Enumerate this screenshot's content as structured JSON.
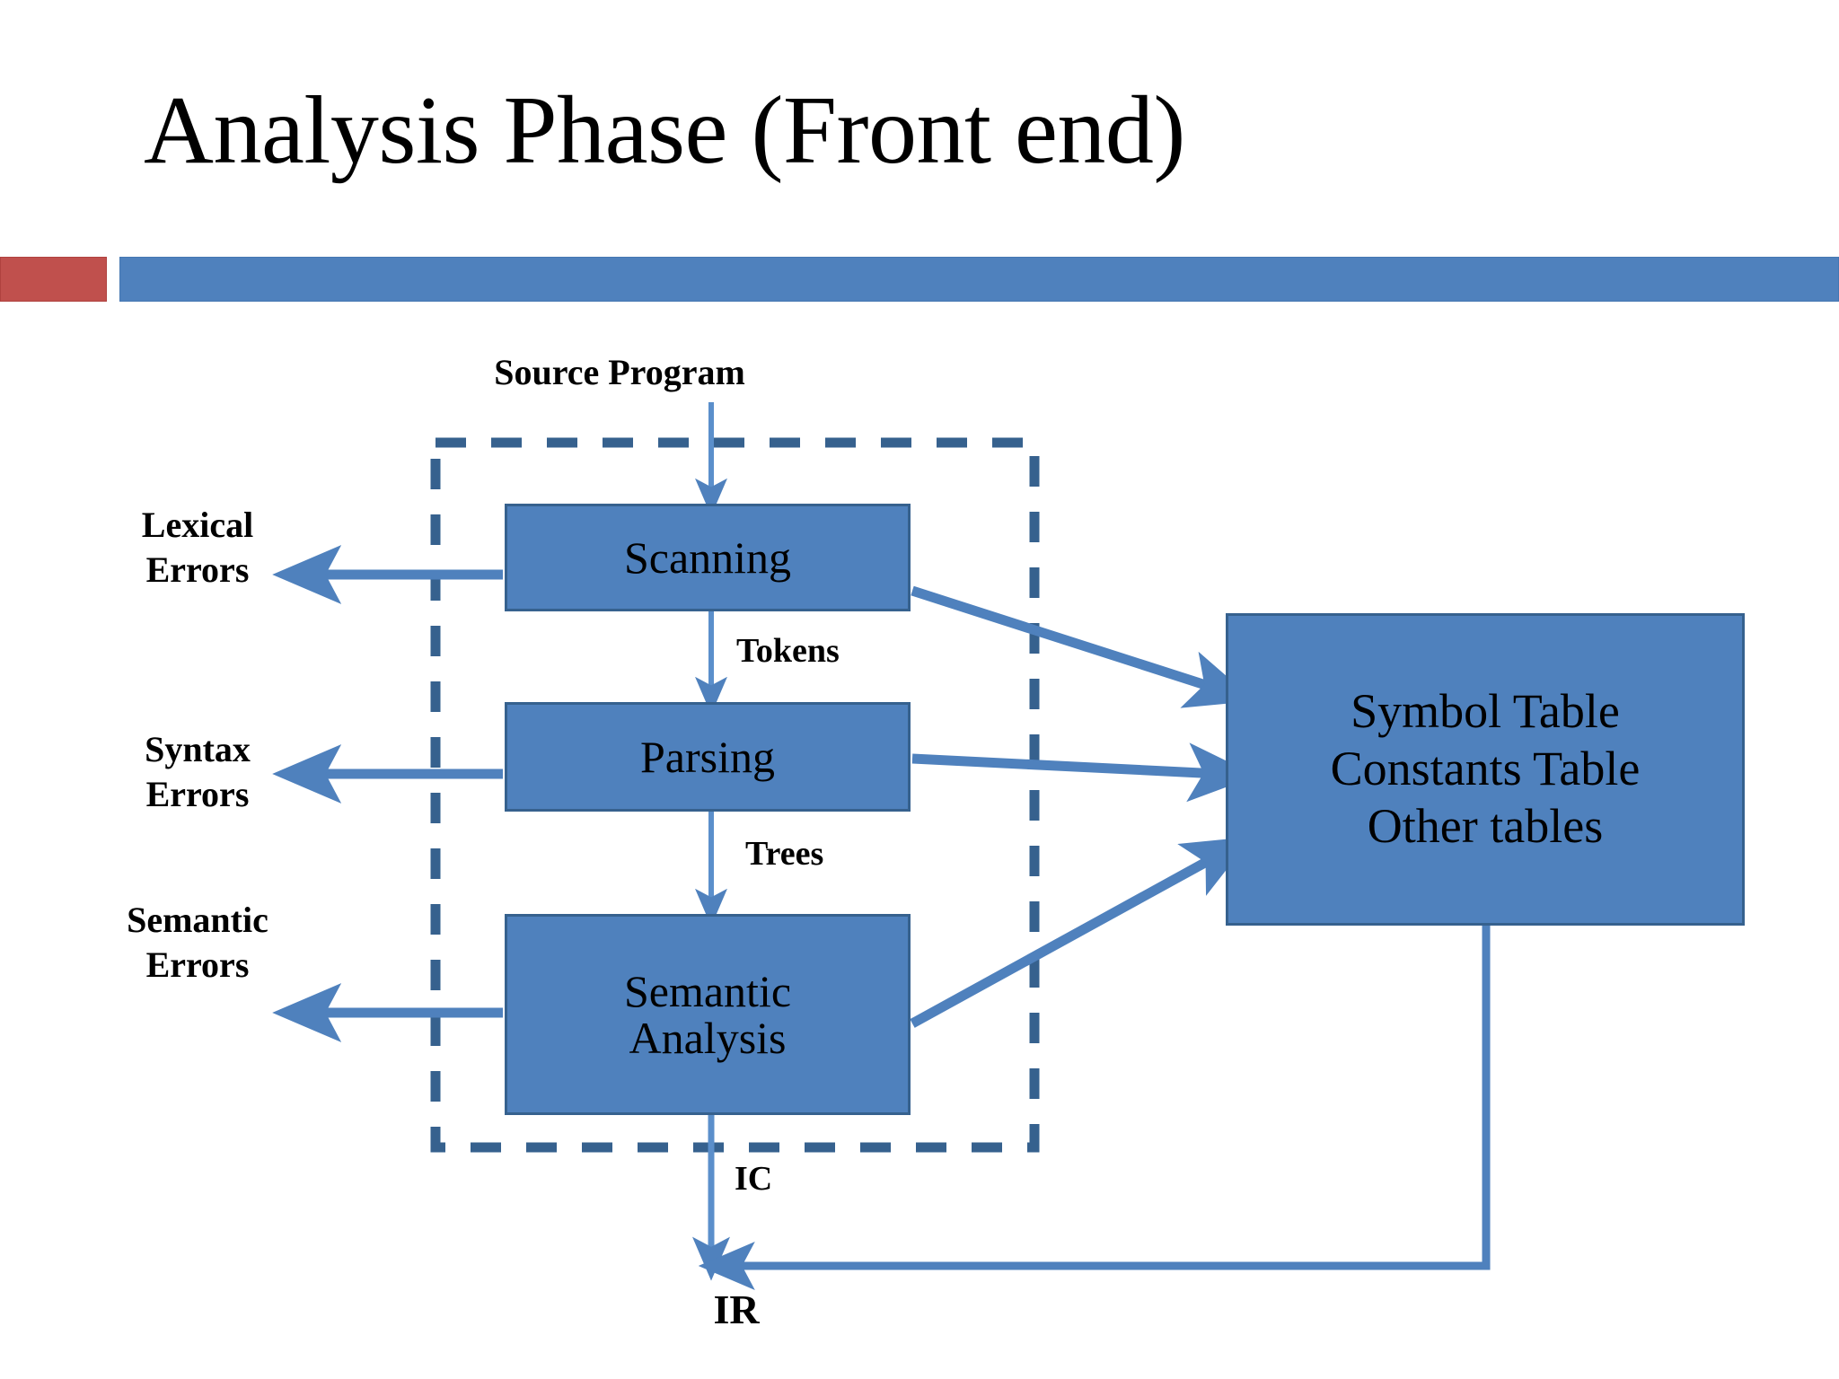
{
  "slide": {
    "title": "Analysis Phase (Front end)",
    "accent_colors": {
      "red_bar": "#C0504D",
      "blue_bar": "#4F81BD",
      "box_fill": "#4F81BD",
      "box_border": "#36618E",
      "arrow": "#4F81BD",
      "dashed_border": "#36618E"
    }
  },
  "diagram": {
    "type": "flow-diagram",
    "group_label": "Analysis Phase boundary (dashed)",
    "boxes": [
      {
        "id": "scanning",
        "label": "Scanning"
      },
      {
        "id": "parsing",
        "label": "Parsing"
      },
      {
        "id": "semantic",
        "label_line1": "Semantic",
        "label_line2": "Analysis"
      },
      {
        "id": "tables",
        "label_line1": "Symbol Table",
        "label_line2": "Constants Table",
        "label_line3": "Other tables"
      }
    ],
    "labels": {
      "source_program": "Source Program",
      "lexical_errors": "Lexical\nErrors",
      "syntax_errors": "Syntax\nErrors",
      "semantic_errors": "Semantic\nErrors",
      "tokens": "Tokens",
      "trees": "Trees",
      "ic": "IC",
      "ir": "IR"
    },
    "edges": [
      {
        "from": "source_program",
        "to": "scanning",
        "label": ""
      },
      {
        "from": "scanning",
        "to": "parsing",
        "label": "Tokens"
      },
      {
        "from": "parsing",
        "to": "semantic",
        "label": "Trees"
      },
      {
        "from": "semantic",
        "to": "ir",
        "label": "IC"
      },
      {
        "from": "scanning",
        "to": "lexical_errors",
        "label": ""
      },
      {
        "from": "parsing",
        "to": "syntax_errors",
        "label": ""
      },
      {
        "from": "semantic",
        "to": "semantic_errors",
        "label": ""
      },
      {
        "from": "scanning",
        "to": "tables",
        "label": ""
      },
      {
        "from": "parsing",
        "to": "tables",
        "label": ""
      },
      {
        "from": "semantic",
        "to": "tables",
        "label": ""
      },
      {
        "from": "tables",
        "to": "ir",
        "label": ""
      }
    ]
  }
}
